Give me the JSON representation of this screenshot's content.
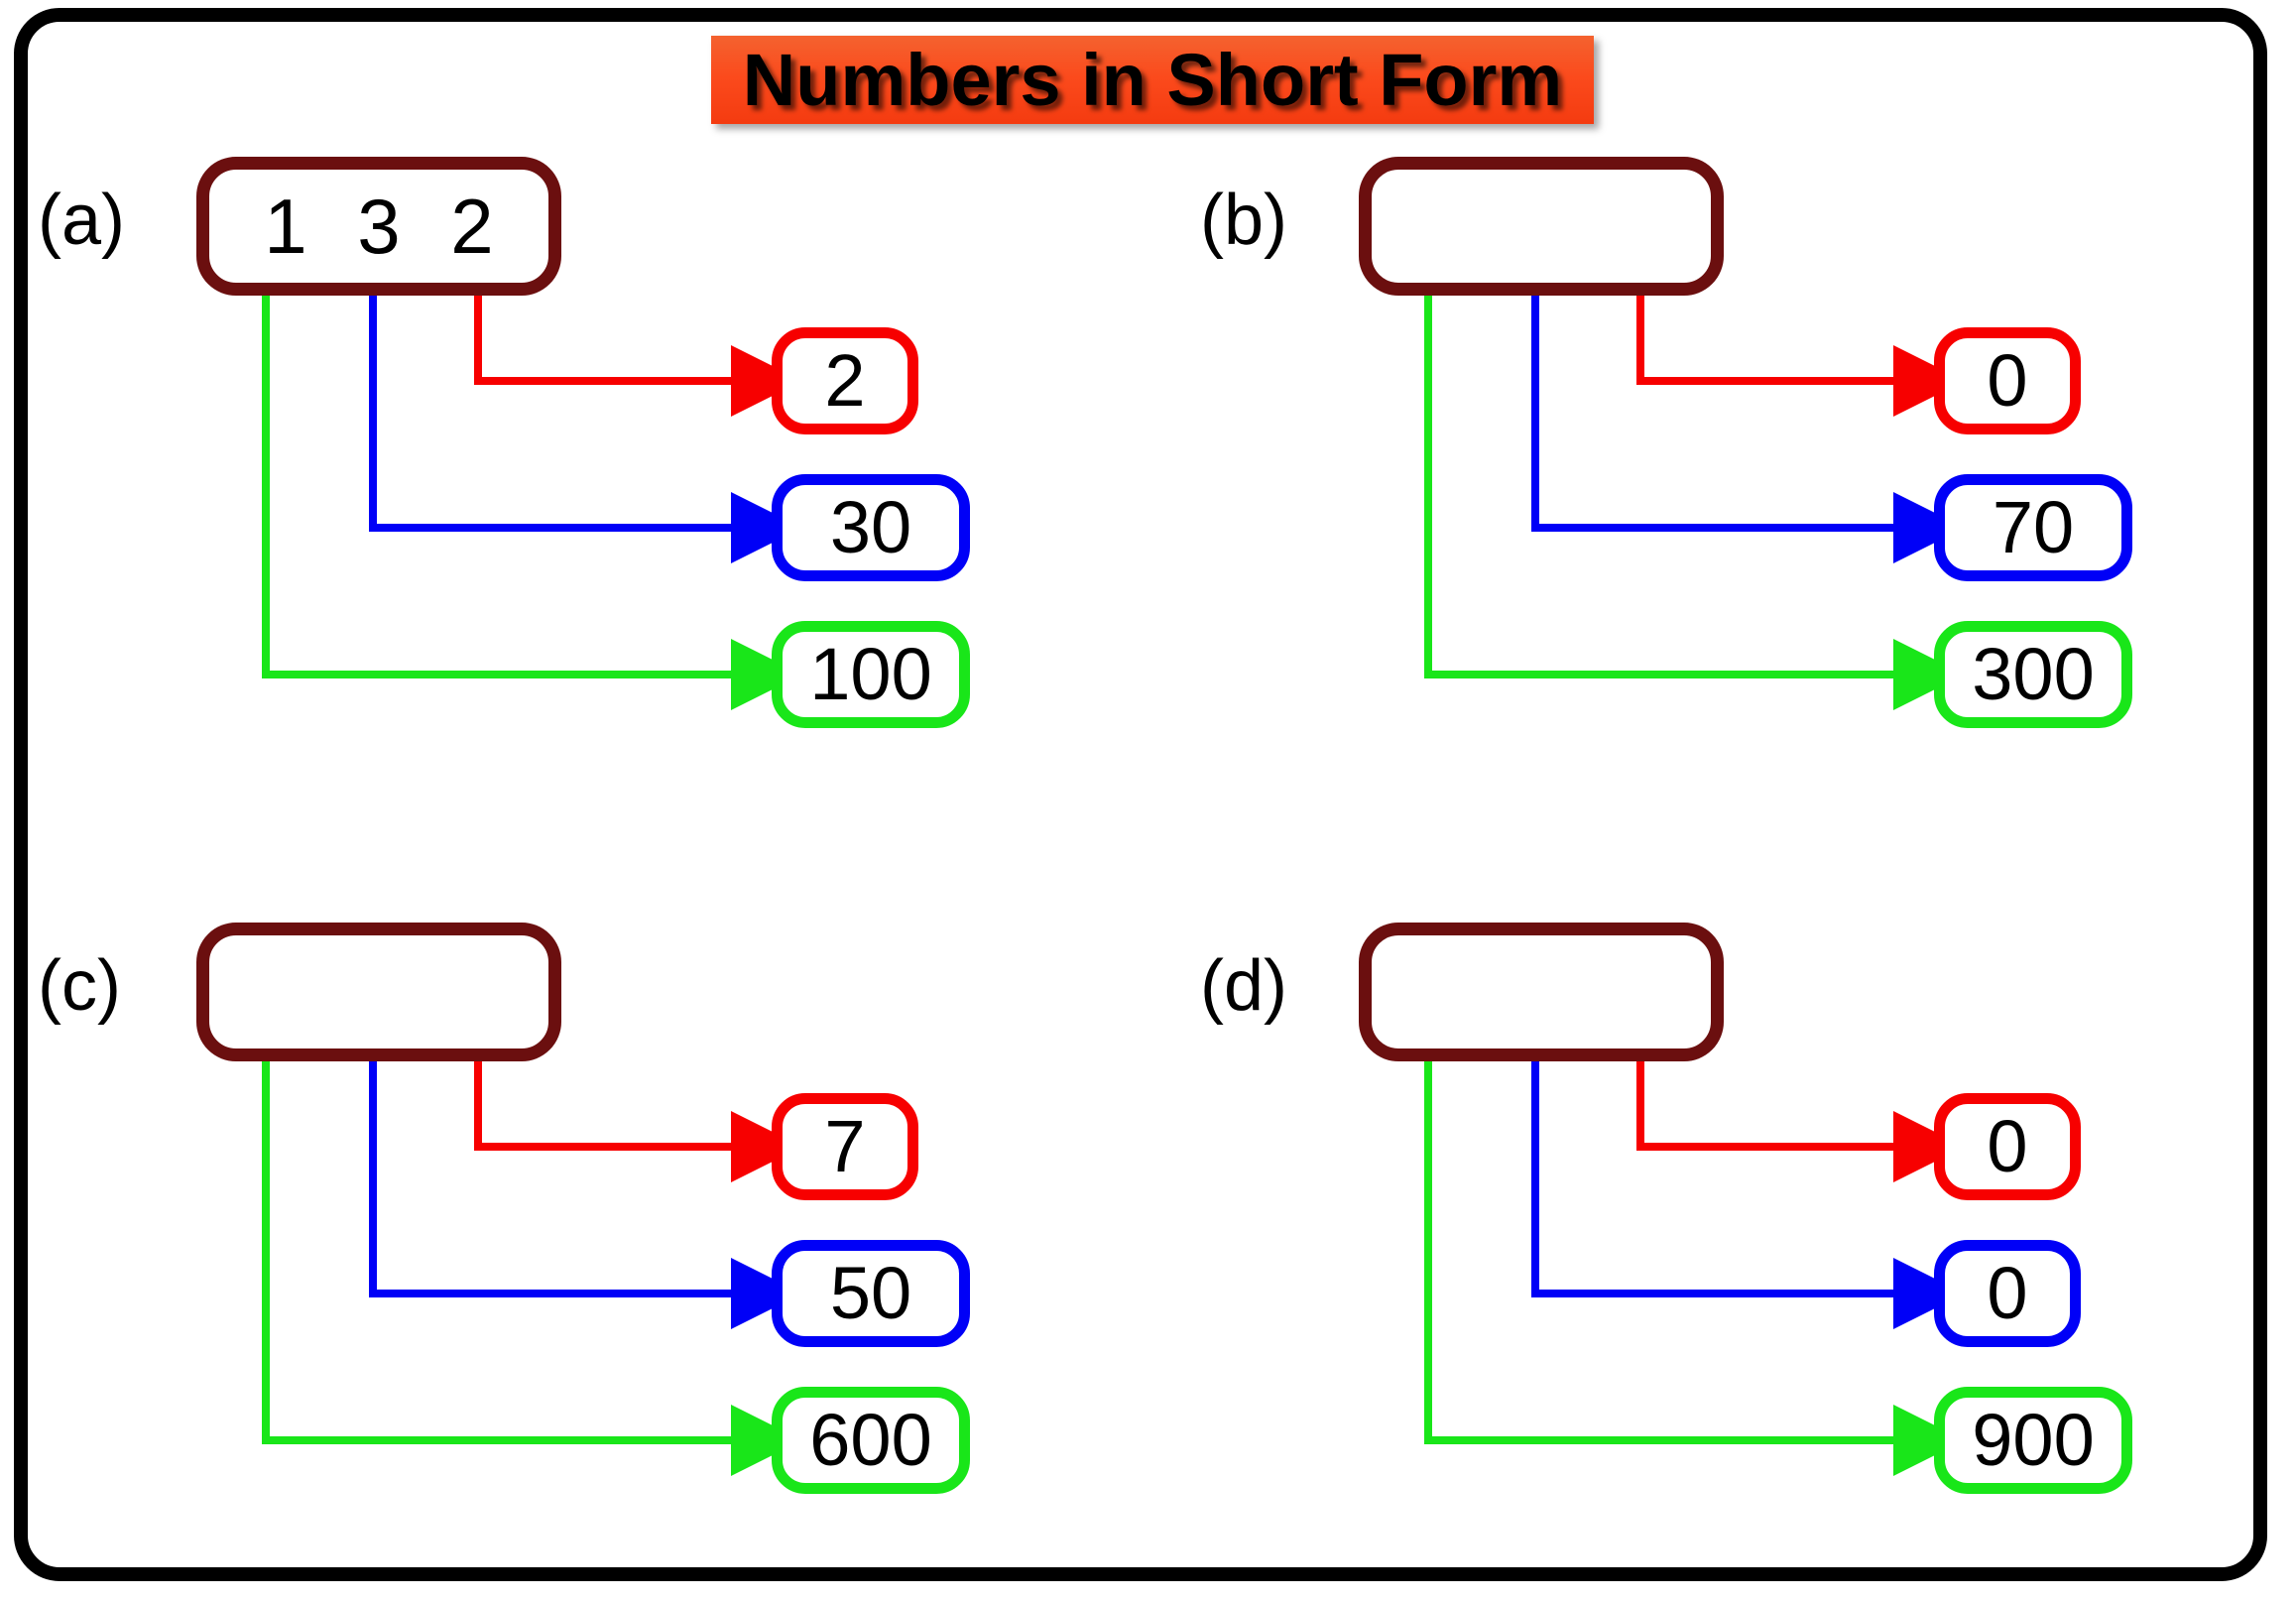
{
  "title": "Numbers in Short Form",
  "colors": {
    "frame": "#000000",
    "banner_start": "#f4622f",
    "banner_end": "#f43b10",
    "digit_box_border": "#6b0f0f",
    "ones": "#f70000",
    "tens": "#0000f7",
    "hundreds": "#19e619"
  },
  "problems": [
    {
      "label": "(a)",
      "digits": [
        "1",
        "3",
        "2"
      ],
      "answers": {
        "ones": "2",
        "tens": "30",
        "hundreds": "100"
      }
    },
    {
      "label": "(b)",
      "digits": [
        "",
        "",
        ""
      ],
      "answers": {
        "ones": "0",
        "tens": "70",
        "hundreds": "300"
      }
    },
    {
      "label": "(c)",
      "digits": [
        "",
        "",
        ""
      ],
      "answers": {
        "ones": "7",
        "tens": "50",
        "hundreds": "600"
      }
    },
    {
      "label": "(d)",
      "digits": [
        "",
        "",
        ""
      ],
      "answers": {
        "ones": "0",
        "tens": "0",
        "hundreds": "900"
      }
    }
  ]
}
